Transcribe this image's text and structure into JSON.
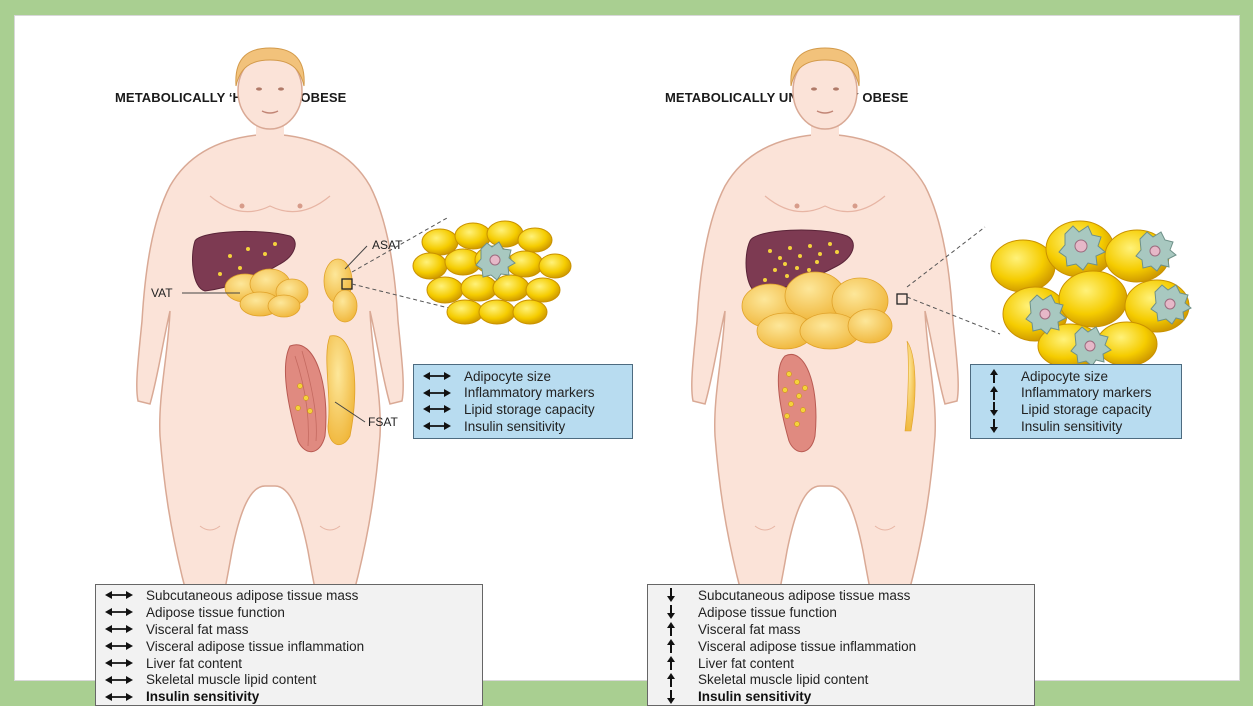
{
  "left": {
    "title": "METABOLICALLY ‘HEALTHY’ OBESE",
    "labels": {
      "asat": "ASAT",
      "vat": "VAT",
      "fsat": "FSAT"
    },
    "adipocyte_box": [
      {
        "label": "Adipocyte size",
        "arrow": "both"
      },
      {
        "label": "Inflammatory markers",
        "arrow": "both"
      },
      {
        "label": "Lipid storage capacity",
        "arrow": "both"
      },
      {
        "label": "Insulin sensitivity",
        "arrow": "both"
      }
    ],
    "summary_box": [
      {
        "label": "Subcutaneous adipose tissue mass",
        "arrow": "both"
      },
      {
        "label": "Adipose tissue function",
        "arrow": "both"
      },
      {
        "label": "Visceral fat mass",
        "arrow": "both"
      },
      {
        "label": "Visceral adipose tissue inflammation",
        "arrow": "both"
      },
      {
        "label": "Liver fat content",
        "arrow": "both"
      },
      {
        "label": "Skeletal muscle lipid content",
        "arrow": "both"
      },
      {
        "label": "Insulin sensitivity",
        "arrow": "both",
        "bold": true
      }
    ]
  },
  "right": {
    "title": "METABOLICALLY UNHEALTHY OBESE",
    "adipocyte_box": [
      {
        "label": "Adipocyte size",
        "arrow": "up"
      },
      {
        "label": "Inflammatory markers",
        "arrow": "up"
      },
      {
        "label": "Lipid storage capacity",
        "arrow": "down"
      },
      {
        "label": "Insulin sensitivity",
        "arrow": "down"
      }
    ],
    "summary_box": [
      {
        "label": "Subcutaneous adipose tissue mass",
        "arrow": "down"
      },
      {
        "label": "Adipose tissue function",
        "arrow": "down"
      },
      {
        "label": "Visceral fat mass",
        "arrow": "up"
      },
      {
        "label": "Visceral adipose tissue inflammation",
        "arrow": "up"
      },
      {
        "label": "Liver fat content",
        "arrow": "up"
      },
      {
        "label": "Skeletal muscle lipid content",
        "arrow": "up"
      },
      {
        "label": "Insulin sensitivity",
        "arrow": "down",
        "bold": true
      }
    ]
  },
  "colors": {
    "frame": "#a9cf91",
    "skin": "#fbe3d8",
    "skin_outline": "#d9a995",
    "hair": "#f2c27b",
    "liver": "#7d3a52",
    "fat": "#f7c94d",
    "fat_cell": "#f5c800",
    "muscle": "#e08a80",
    "box_blue": "#b8dcf0",
    "box_grey": "#f2f2f2"
  }
}
